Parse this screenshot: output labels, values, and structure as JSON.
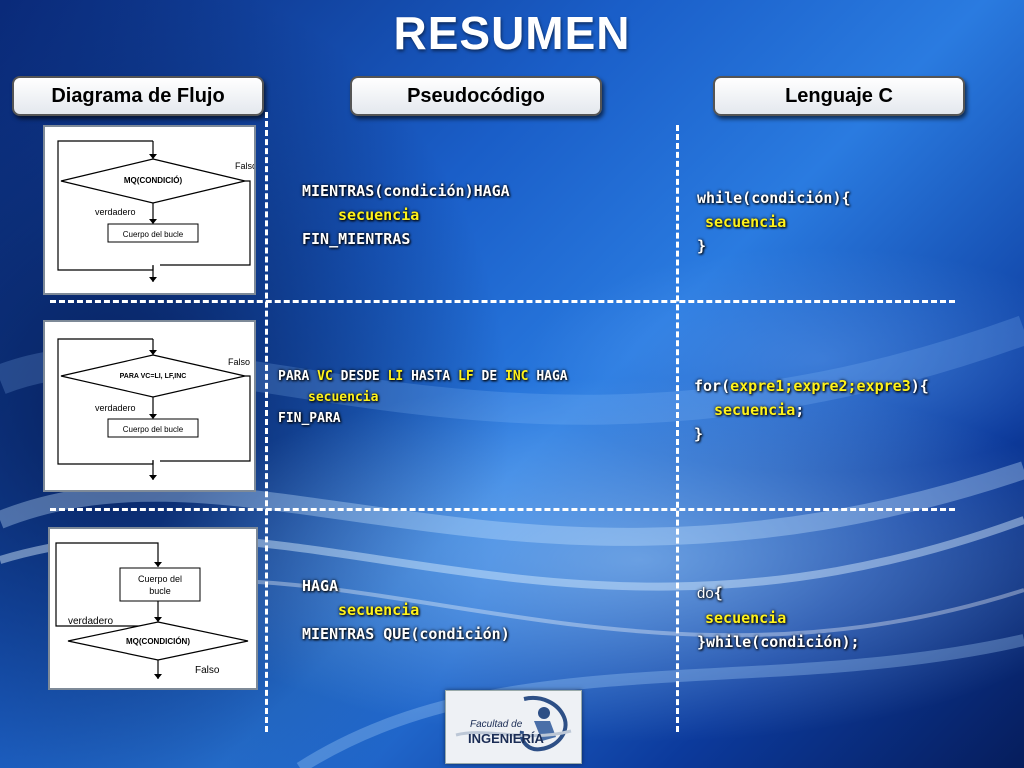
{
  "slide": {
    "title": "RESUMEN",
    "headers": {
      "flow": "Diagrama de Flujo",
      "pseudo": "Pseudocódigo",
      "c": "Lenguaje C"
    }
  },
  "rows": [
    {
      "diagram": {
        "condition": "MQ(CONDICIÓ)",
        "true_label": "verdadero",
        "false_label": "Falso",
        "body": "Cuerpo del bucle"
      },
      "pseudo": {
        "line1_kw": "MIENTRAS(",
        "line1_cond": "condición",
        "line1_end": ")HAGA",
        "line2": "secuencia",
        "line3": "FIN_MIENTRAS"
      },
      "c": {
        "line1_kw": "while(",
        "line1_cond": "condición",
        "line1_end": "){",
        "line2": "secuencia",
        "line3": "}"
      }
    },
    {
      "diagram": {
        "condition": "PARA VC=LI, LF,INC",
        "true_label": "verdadero",
        "false_label": "Falso",
        "body": "Cuerpo del bucle"
      },
      "pseudo": {
        "w1": "PARA",
        "w2": "VC",
        "w3": "DESDE",
        "w4": "LI",
        "w5": "HASTA",
        "w6": "LF",
        "w7": "DE",
        "w8": "INC",
        "w9": "HAGA",
        "line2": "secuencia",
        "line3": "FIN_PARA"
      },
      "c": {
        "line1_kw": "for(",
        "line1_cond": "expre1;expre2;expre3",
        "line1_end": "){",
        "line2": "secuencia",
        "line2_end": ";",
        "line3": "}"
      }
    },
    {
      "diagram": {
        "body_line1": "Cuerpo del",
        "body_line2": "bucle",
        "true_label": "verdadero",
        "condition": "MQ(CONDICIÓN)",
        "false_label": "Falso"
      },
      "pseudo": {
        "line1": "HAGA",
        "line2": "secuencia",
        "line3_kw": "MIENTRAS QUE(",
        "line3_cond": "condición",
        "line3_end": ")"
      },
      "c": {
        "line1_kw": "do",
        "line1_end": "{",
        "line2": "secuencia",
        "line3_kw": "}while(",
        "line3_cond": "condición",
        "line3_end": ");"
      }
    }
  ],
  "logo": {
    "line1": "Facultad de",
    "line2": "INGENIERÍA"
  }
}
